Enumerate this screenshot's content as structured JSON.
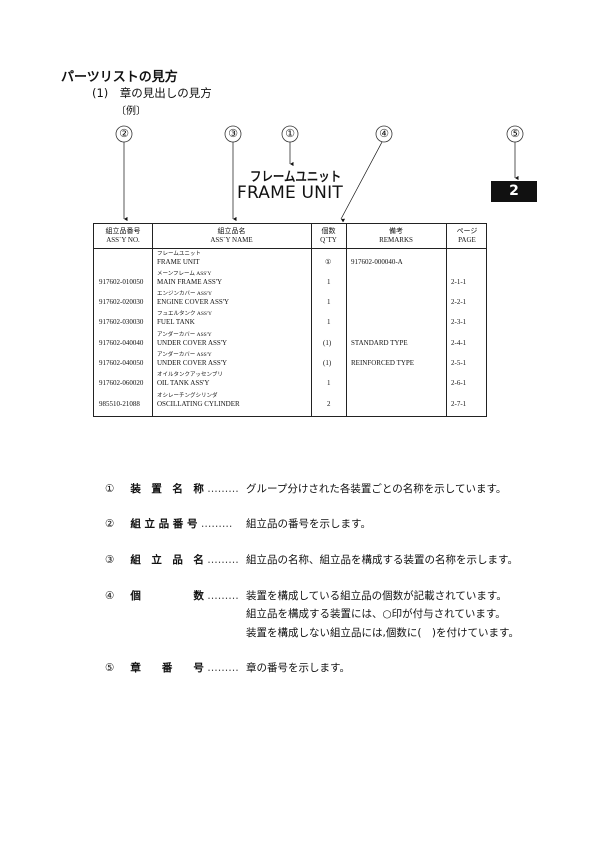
{
  "heading": {
    "main": "パーツリストの見方",
    "sub": "(1)　章の見出しの見方",
    "example": "〔例〕"
  },
  "callouts": [
    "②",
    "③",
    "①",
    "④",
    "⑤"
  ],
  "frame": {
    "kana": "フレームユニット",
    "english": "FRAME UNIT"
  },
  "chapter_number": "2",
  "table": {
    "headers": [
      {
        "ja": "組立品番号",
        "en": "ASS`Y NO."
      },
      {
        "ja": "組立品名",
        "en": "ASS`Y NAME"
      },
      {
        "ja": "個数",
        "en": "Q`TY"
      },
      {
        "ja": "備考",
        "en": "REMARKS"
      },
      {
        "ja": "ページ",
        "en": "PAGE"
      }
    ],
    "rows": [
      {
        "no": "",
        "kana": "フレームユニット",
        "name": "FRAME UNIT",
        "qty": "①",
        "remarks": "917602-000040-A",
        "page": ""
      },
      {
        "no": "917602-010050",
        "kana": "メーンフレーム ASS'Y",
        "name": "MAIN FRAME ASS'Y",
        "qty": "1",
        "remarks": "",
        "page": "2-1-1"
      },
      {
        "no": "917602-020030",
        "kana": "エンジンカバー ASS'Y",
        "name": "ENGINE COVER ASS'Y",
        "qty": "1",
        "remarks": "",
        "page": "2-2-1"
      },
      {
        "no": "917602-030030",
        "kana": "フュエルタンク ASS'Y",
        "name": "FUEL TANK",
        "qty": "1",
        "remarks": "",
        "page": "2-3-1"
      },
      {
        "no": "917602-040040",
        "kana": "アンダーカバー ASS'Y",
        "name": "UNDER COVER ASS'Y",
        "qty": "(1)",
        "remarks": "STANDARD TYPE",
        "page": "2-4-1"
      },
      {
        "no": "917602-040050",
        "kana": "アンダーカバー ASS'Y",
        "name": "UNDER COVER ASS'Y",
        "qty": "(1)",
        "remarks": "REINFORCED TYPE",
        "page": "2-5-1"
      },
      {
        "no": "917602-060020",
        "kana": "オイルタンクアッセンブリ",
        "name": "OIL TANK ASS'Y",
        "qty": "1",
        "remarks": "",
        "page": "2-6-1"
      },
      {
        "no": "985510-21088",
        "kana": "オシレーチングシリンダ",
        "name": "OSCILLATING CYLINDER",
        "qty": "2",
        "remarks": "",
        "page": "2-7-1"
      }
    ]
  },
  "legend": [
    {
      "num": "①",
      "term": "装　置　名　称",
      "dots": "………",
      "lines": [
        "グループ分けされた各装置ごとの名称を示しています。"
      ]
    },
    {
      "num": "②",
      "term": "組 立 品 番 号",
      "dots": "………",
      "lines": [
        "組立品の番号を示します。"
      ]
    },
    {
      "num": "③",
      "term": "組　立　品　名",
      "dots": "………",
      "lines": [
        "組立品の名称、組立品を構成する装置の名称を示します。"
      ]
    },
    {
      "num": "④",
      "term": "個　　　　　数",
      "dots": "………",
      "lines": [
        "装置を構成している組立品の個数が記載されています。",
        "組立品を構成する装置には、○印が付与されています。",
        "装置を構成しない組立品には,個数に(　)を付けています。"
      ]
    },
    {
      "num": "⑤",
      "term": "章　　番　　号",
      "dots": "………",
      "lines": [
        "章の番号を示します。"
      ]
    }
  ]
}
